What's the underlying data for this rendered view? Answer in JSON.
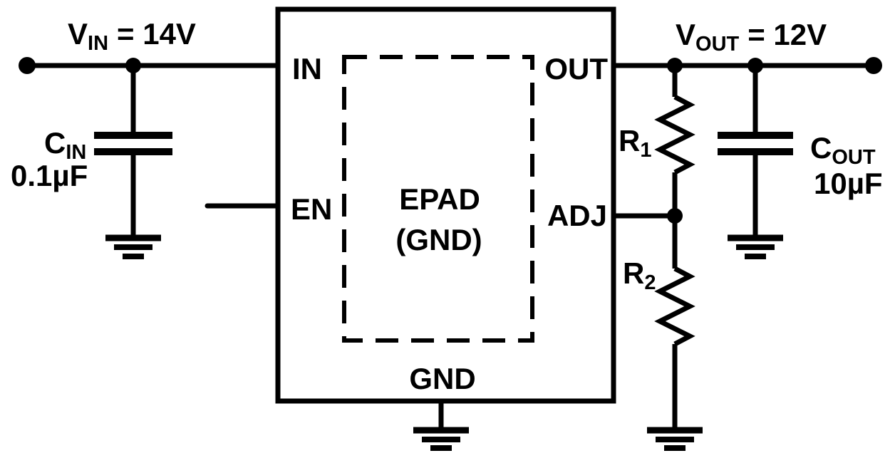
{
  "figure": {
    "kind": "ldo-regulator-application-schematic",
    "background_color": "#ffffff",
    "line_color": "#000000"
  },
  "ic": {
    "pin_in": "IN",
    "pin_en": "EN",
    "pin_out": "OUT",
    "pin_adj": "ADJ",
    "pin_gnd": "GND",
    "epad_line1": "EPAD",
    "epad_line2": "(GND)"
  },
  "nets": {
    "vin_sym": "V",
    "vin_sub": "IN",
    "vin_eq": "= 14V",
    "vout_sym": "V",
    "vout_sub": "OUT",
    "vout_eq": "= 12V"
  },
  "components": {
    "cin_sym": "C",
    "cin_sub": "IN",
    "cin_value": "0.1µF",
    "cout_sym": "C",
    "cout_sub": "OUT",
    "cout_value": "10µF",
    "r1_sym": "R",
    "r1_sub": "1",
    "r2_sym": "R",
    "r2_sub": "2"
  }
}
